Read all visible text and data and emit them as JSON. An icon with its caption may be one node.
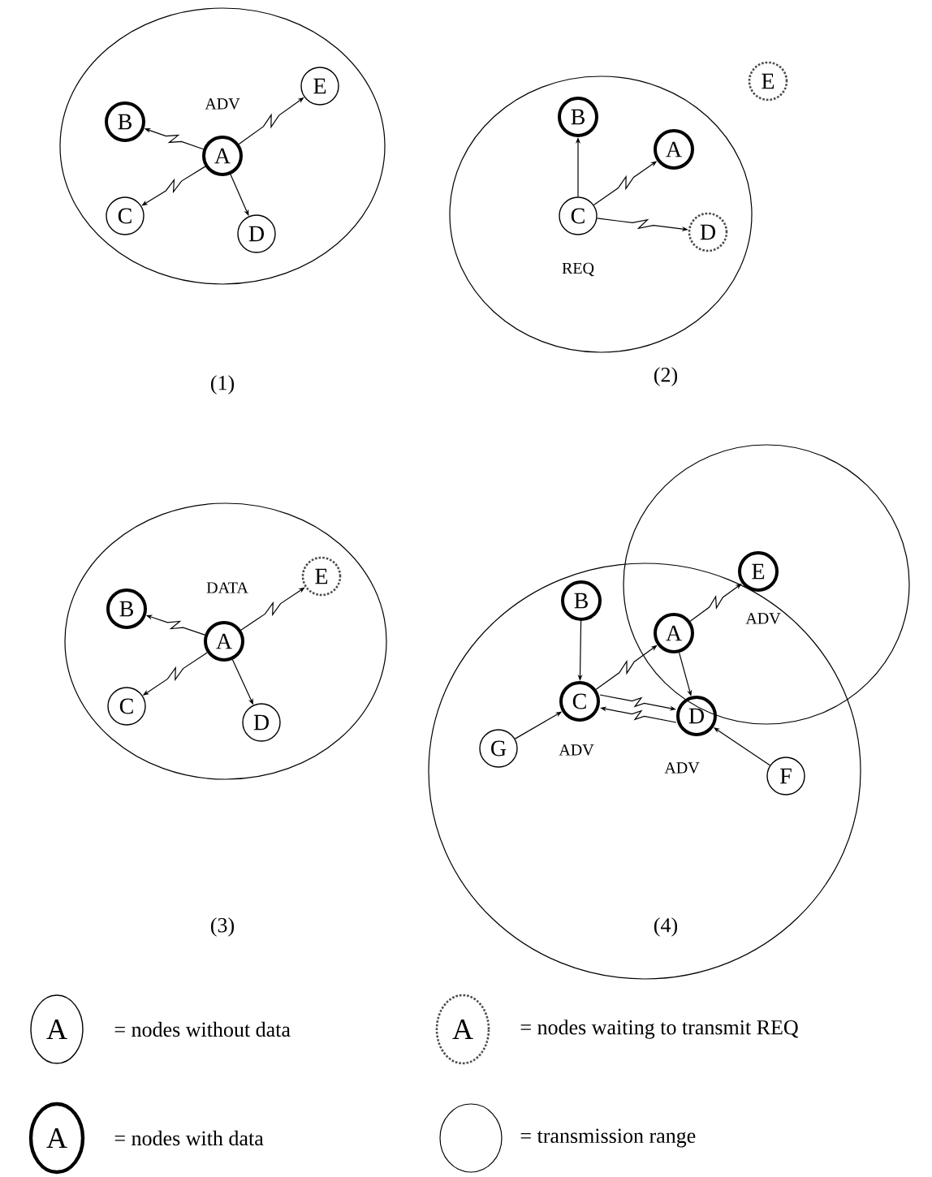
{
  "diagram": {
    "nodes": [
      {
        "text": [],
        "shape": "circle"
      },
      {
        "text": [
          "B"
        ],
        "in": 0
      },
      {
        "text": [
          "A"
        ],
        "in": 0,
        "beside": [
          "ADV"
        ]
      },
      {
        "text": [
          "E"
        ],
        "in": 0
      },
      {
        "text": [
          "C"
        ],
        "in": 0
      },
      {
        "text": [
          "D"
        ],
        "in": 0
      },
      {
        "text": [],
        "shape": "circle"
      },
      {
        "text": [
          "B"
        ],
        "in": 6
      },
      {
        "text": [
          "A"
        ],
        "in": 6
      },
      {
        "text": [
          "C"
        ],
        "in": 6,
        "beside": [
          "REQ"
        ]
      },
      {
        "text": [
          "D"
        ],
        "in": 6
      },
      {
        "text": [
          "E"
        ]
      },
      {
        "text": [],
        "shape": "circle"
      },
      {
        "text": [
          "B"
        ],
        "in": 12
      },
      {
        "text": [
          "A"
        ],
        "in": 12,
        "beside": [
          "DATA"
        ]
      },
      {
        "text": [
          "E"
        ],
        "in": 12
      },
      {
        "text": [
          "C"
        ],
        "in": 12
      },
      {
        "text": [
          "D"
        ],
        "in": 12
      },
      {
        "text": [],
        "shape": "circle"
      },
      {
        "text": [],
        "shape": "circle"
      },
      {
        "text": [
          "B"
        ],
        "in": 18
      },
      {
        "text": [
          "A"
        ]
      },
      {
        "text": [
          "E"
        ],
        "in": 19,
        "beside": [
          "ADV"
        ]
      },
      {
        "text": [
          "C"
        ],
        "in": 18,
        "beside": [
          "ADV"
        ]
      },
      {
        "text": [
          "G"
        ],
        "in": 18
      },
      {
        "text": [
          "D"
        ],
        "in": 18,
        "beside": [
          "ADV"
        ]
      },
      {
        "text": [
          "F"
        ],
        "in": 18
      }
    ],
    "edges": [
      {
        "from": 2,
        "to": 1,
        "arrow": "to"
      },
      {
        "from": 2,
        "to": 3,
        "arrow": "to"
      },
      {
        "from": 2,
        "to": 4,
        "arrow": "to"
      },
      {
        "from": 2,
        "to": 5,
        "arrow": "to"
      },
      {
        "from": 9,
        "to": 7,
        "arrow": "to"
      },
      {
        "from": 9,
        "to": 8,
        "arrow": "to"
      },
      {
        "from": 9,
        "to": 10,
        "arrow": "to"
      },
      {
        "from": 14,
        "to": 13,
        "arrow": "to"
      },
      {
        "from": 14,
        "to": 15,
        "arrow": "to"
      },
      {
        "from": 14,
        "to": 16,
        "arrow": "to"
      },
      {
        "from": 14,
        "to": 17,
        "arrow": "to"
      },
      {
        "from": 20,
        "to": 23,
        "arrow": "to"
      },
      {
        "from": 23,
        "to": 21,
        "arrow": "to"
      },
      {
        "from": 21,
        "to": 22,
        "arrow": "to"
      },
      {
        "from": 21,
        "to": 25,
        "arrow": "to"
      },
      {
        "from": 23,
        "to": 25,
        "arrow": "to"
      },
      {
        "from": 25,
        "to": 23,
        "arrow": "to"
      },
      {
        "from": 24,
        "to": 23,
        "arrow": "to"
      },
      {
        "from": 26,
        "to": 25,
        "arrow": "to"
      }
    ],
    "labels": [
      "(1)",
      "(2)",
      "(3)",
      "(4)",
      "A",
      "A",
      "A"
    ],
    "legend": [
      {
        "text": "= nodes without data"
      },
      {
        "text": "= nodes waiting to transmit REQ"
      },
      {
        "text": "= nodes with data"
      },
      {
        "text": "= transmission range"
      }
    ]
  }
}
